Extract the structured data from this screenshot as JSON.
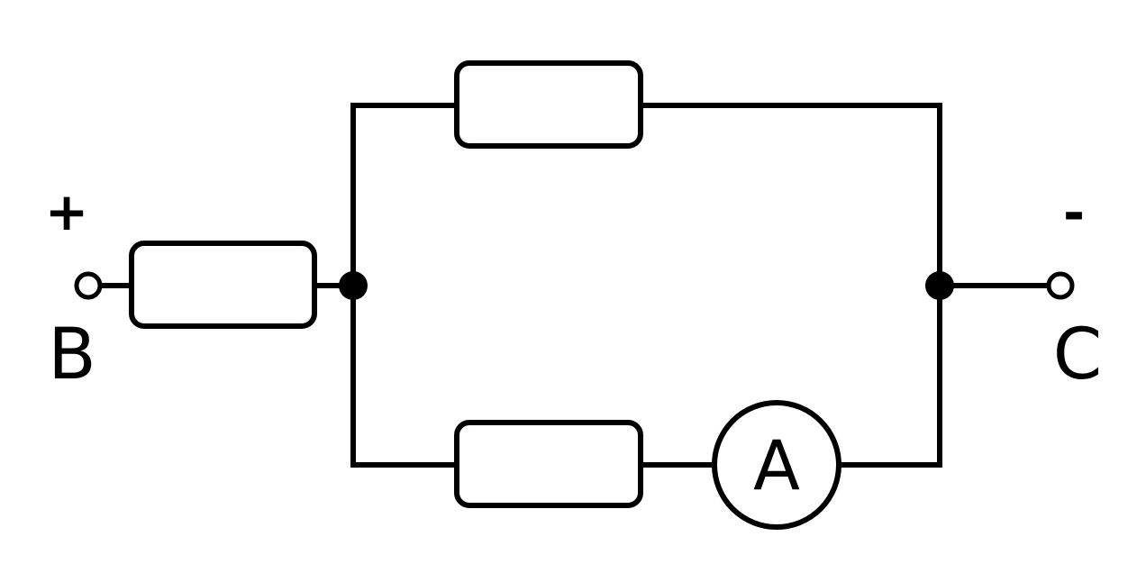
{
  "terminals": {
    "left": {
      "label": "B",
      "polarity": "+"
    },
    "right": {
      "label": "C",
      "polarity": "-"
    }
  },
  "ammeter": {
    "label": "A"
  },
  "colors": {
    "line": "#000000",
    "background": "#ffffff"
  }
}
